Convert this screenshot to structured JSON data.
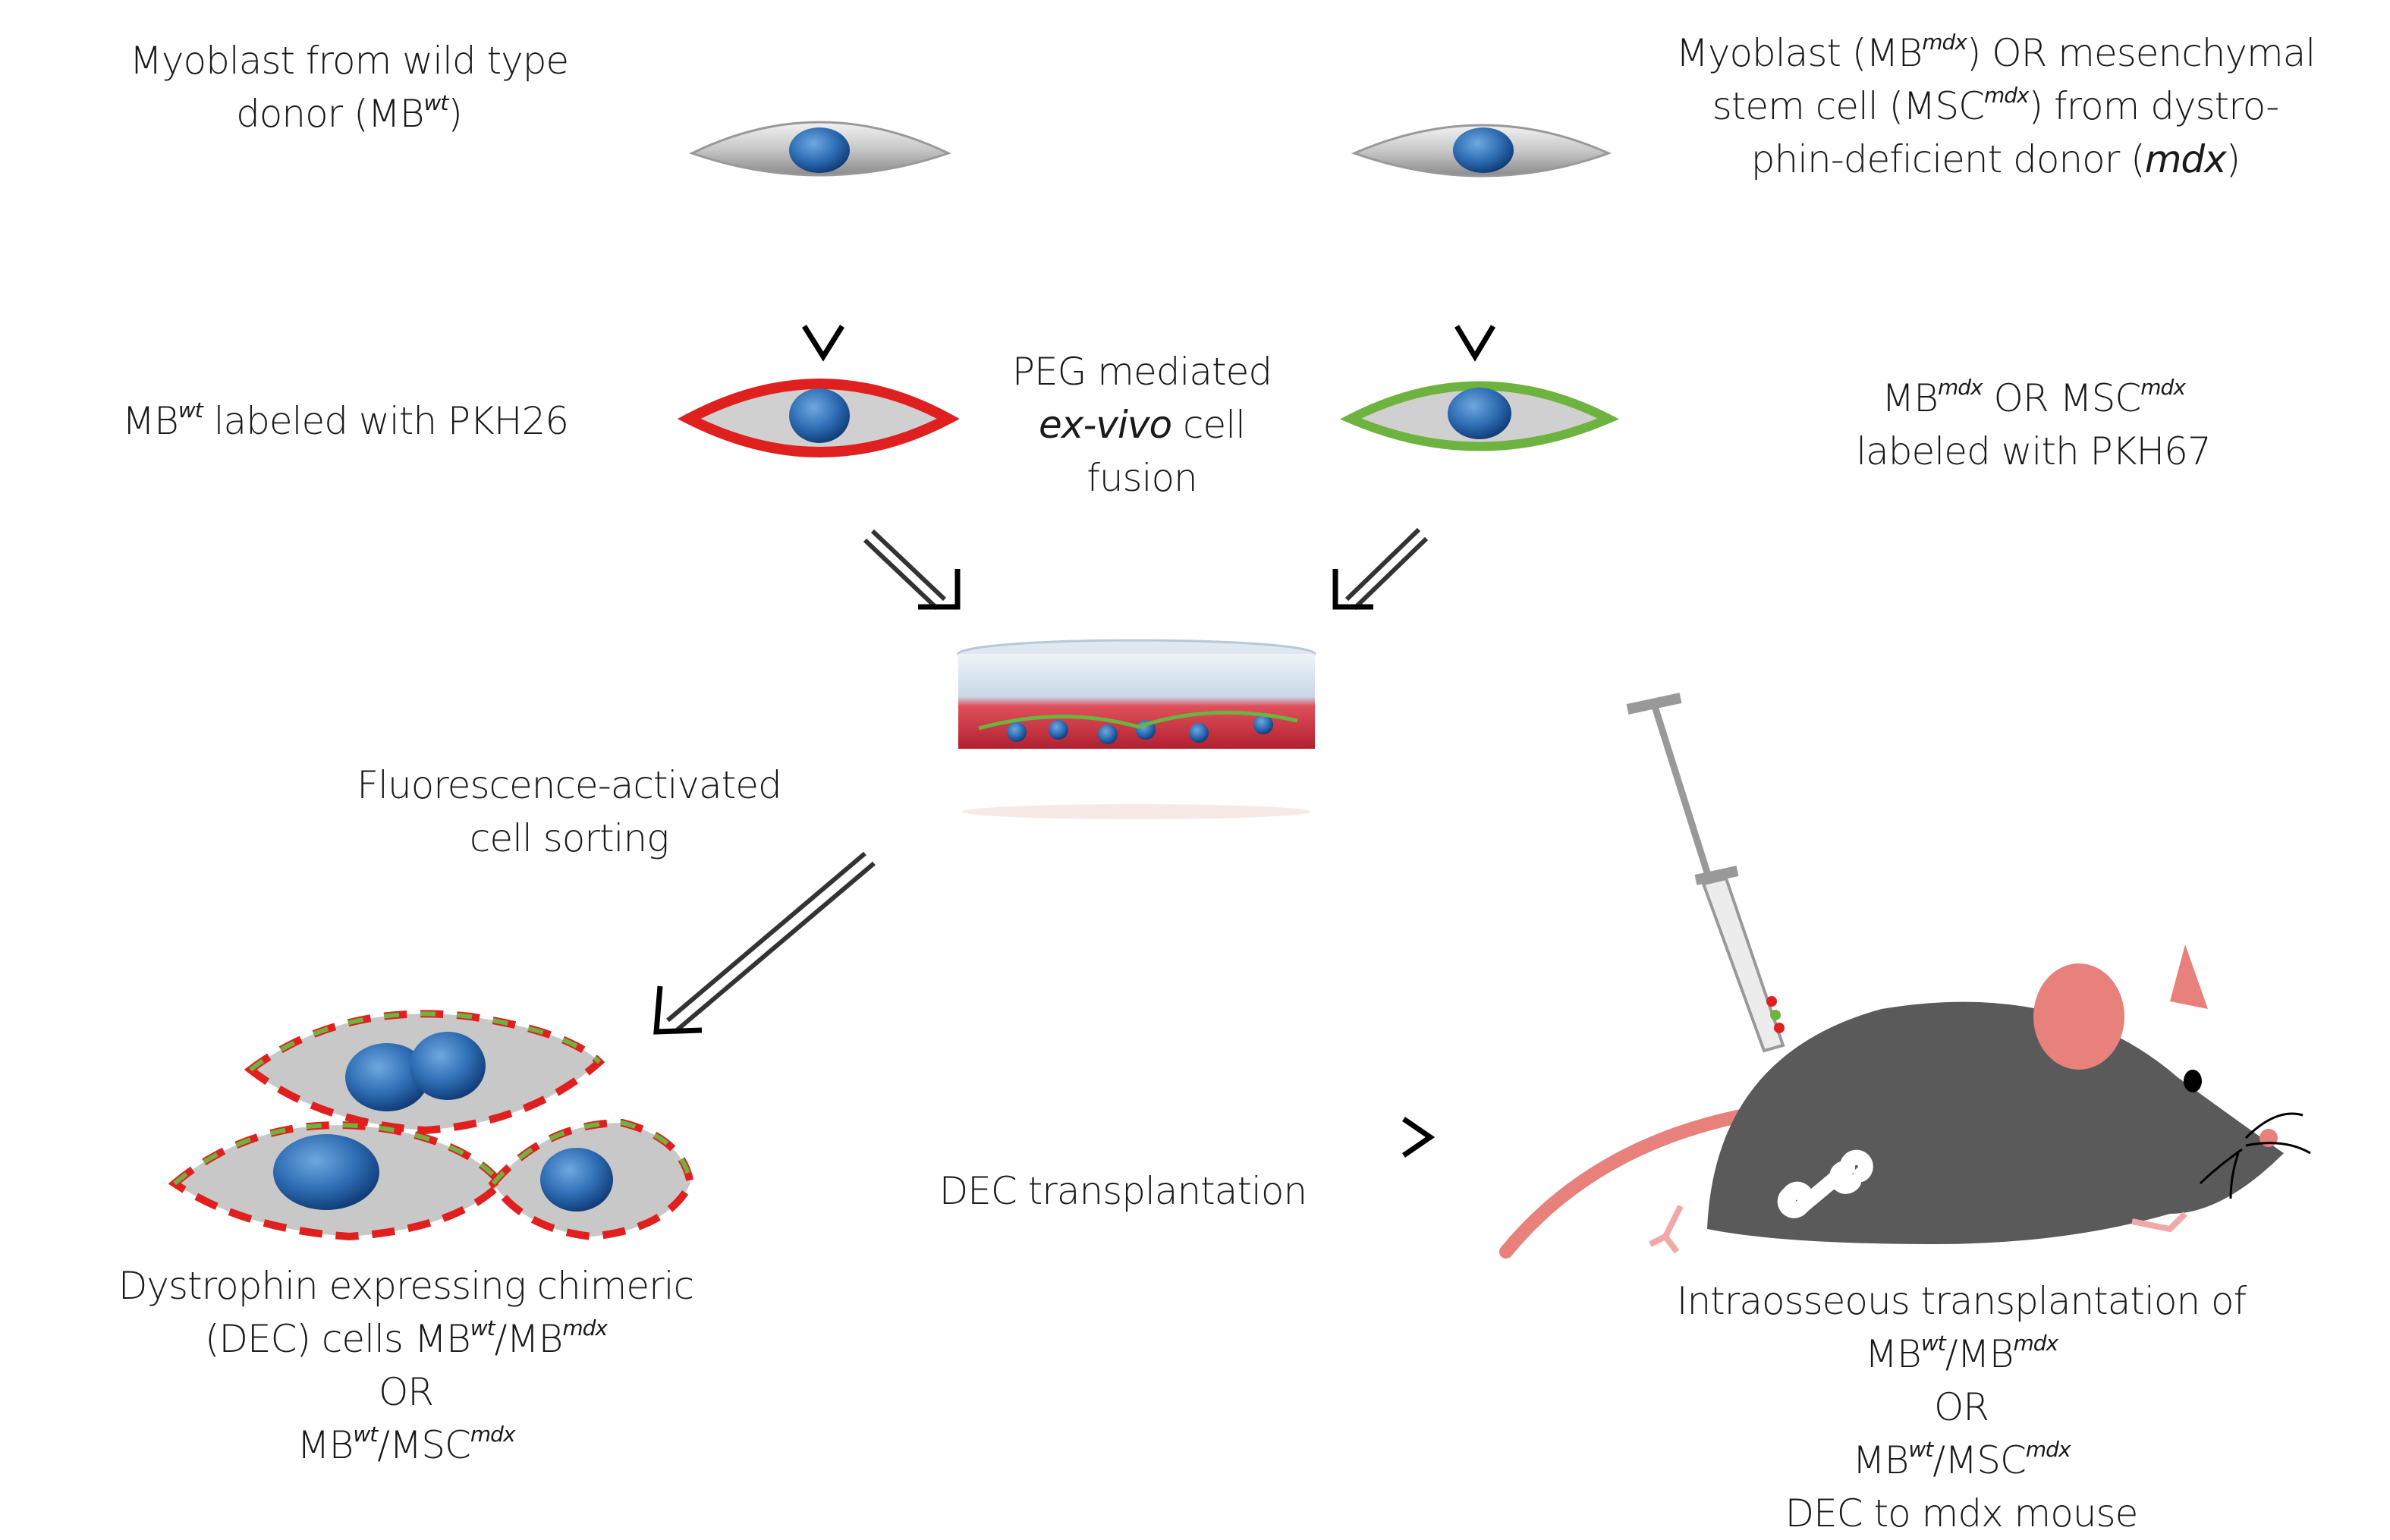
{
  "labels": {
    "wt_donor": {
      "l1": "Myoblast from wild type",
      "l2a": "donor (MB",
      "l2sup": "wt",
      "l2b": ")"
    },
    "mdx_donor": {
      "l1a": "Myoblast (MB",
      "l1sup": "mdx",
      "l1b": ") OR mesenchymal",
      "l2a": "stem cell (MSC",
      "l2sup": "mdx",
      "l2b": ") from dystro-",
      "l3a": "phin-deficient donor (",
      "l3i": "mdx",
      "l3b": ")"
    },
    "pkh26": {
      "a": "MB",
      "sup": "wt",
      "b": " labeled with PKH26"
    },
    "pkh67": {
      "a": "MB",
      "sup1": "mdx",
      "b": " OR MSC",
      "sup2": "mdx",
      "l2": "labeled with PKH67"
    },
    "peg": {
      "l1": "PEG mediated",
      "l2i": "ex-vivo",
      "l2b": " cell",
      "l3": "fusion"
    },
    "facs": {
      "l1": "Fluorescence-activated",
      "l2": "cell sorting"
    },
    "dec_cells": {
      "l1": "Dystrophin expressing chimeric",
      "l2a": "(DEC) cells MB",
      "l2sup1": "wt",
      "l2b": "/MB",
      "l2sup2": "mdx",
      "l3": "OR",
      "l4a": "MB",
      "l4sup1": "wt",
      "l4b": "/MSC",
      "l4sup2": "mdx"
    },
    "dec_transplant": "DEC transplantation",
    "intraosseous": {
      "l1": "Intraosseous transplantation of",
      "l2a": "MB",
      "l2sup1": "wt",
      "l2b": "/MB",
      "l2sup2": "mdx",
      "l3": "OR",
      "l4a": "MB",
      "l4sup1": "wt",
      "l4b": "/MSC",
      "l4sup2": "mdx",
      "l5": "DEC to mdx mouse"
    }
  },
  "colors": {
    "pkh26": "#e0201e",
    "pkh67": "#6db33f",
    "nucleus": "#2e6db4",
    "mouse": "#5a5a5a",
    "pink": "#e8807c"
  }
}
